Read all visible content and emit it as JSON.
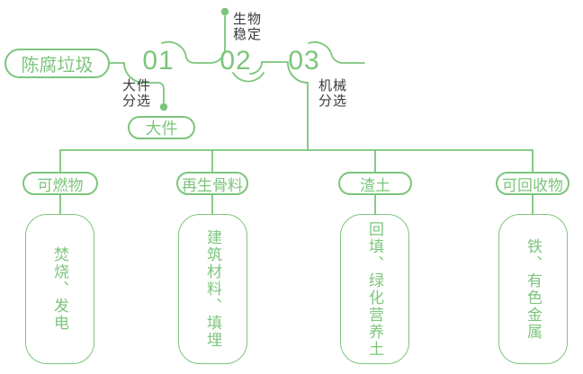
{
  "palette": {
    "green": "#7CC57C",
    "label_dark": "#3A3A3A",
    "background": "#FFFFFF"
  },
  "flow": {
    "source": {
      "label": "陈腐垃圾"
    },
    "steps": [
      {
        "number": "01",
        "label": "大件\n分选"
      },
      {
        "number": "02",
        "label": "生物\n稳定"
      },
      {
        "number": "03",
        "label": "机械\n分选"
      }
    ],
    "step1_output": {
      "label": "大件"
    }
  },
  "branches": [
    {
      "name": "可燃物",
      "result": "焚烧、发电"
    },
    {
      "name": "再生骨料",
      "result": "建筑材料、填埋"
    },
    {
      "name": "渣土",
      "result": "回填、绿化营养土"
    },
    {
      "name": "可回收物",
      "result": "铁、有色金属"
    }
  ]
}
